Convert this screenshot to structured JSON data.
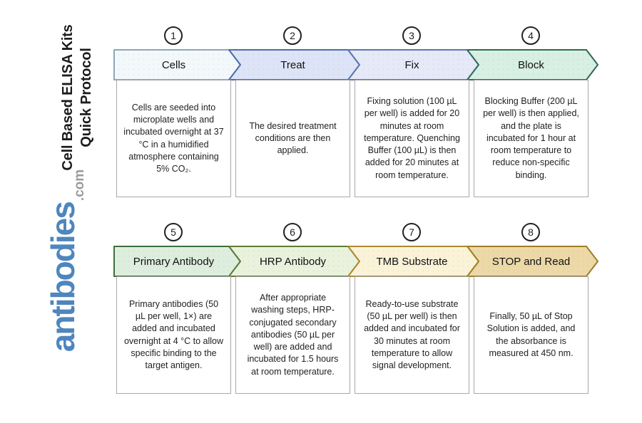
{
  "theme": {
    "background": "#ffffff",
    "title": "#1c1c1c",
    "logo_main": "#4e86bd",
    "logo_suffix": "#9b9b9b",
    "box_border": "#a8a8a8",
    "text": "#1f1f1f",
    "circle": "#222222"
  },
  "sidebar": {
    "title_line1": "Cell Based ELISA Kits",
    "title_line2": "Quick Protocol",
    "logo_main": "antibodies",
    "logo_suffix": ".com"
  },
  "steps": [
    {
      "number": "1",
      "title": "Cells",
      "description": "Cells are seeded into microplate wells and incubated overnight at 37 °C in a humidified atmosphere containing 5% CO₂.",
      "fill": "#f3f8fb",
      "stroke": "#8da6bc"
    },
    {
      "number": "2",
      "title": "Treat",
      "description": "The desired treatment conditions are then applied.",
      "fill": "#dde4f7",
      "stroke": "#4a6fa9"
    },
    {
      "number": "3",
      "title": "Fix",
      "description": "Fixing solution (100 µL per well) is added for 20 minutes at room temperature. Quenching Buffer (100 µL) is then added for 20 minutes at room temperature.",
      "fill": "#e5e9f8",
      "stroke": "#5b77ad"
    },
    {
      "number": "4",
      "title": "Block",
      "description": "Blocking Buffer (200 µL per well) is then applied, and the plate is incubated for 1 hour at room temperature to reduce non-specific binding.",
      "fill": "#d8efe4",
      "stroke": "#2f6b53"
    },
    {
      "number": "5",
      "title": "Primary Antibody",
      "description": "Primary antibodies (50 µL per well, 1×) are added and incubated overnight at 4 °C to allow specific binding to the target antigen.",
      "fill": "#deeede",
      "stroke": "#3e6f3b"
    },
    {
      "number": "6",
      "title": "HRP Antibody",
      "description": "After appropriate washing steps, HRP-conjugated secondary antibodies (50 µL per well) are added and incubated for 1.5 hours at room temperature.",
      "fill": "#eaf2dd",
      "stroke": "#5d7c35"
    },
    {
      "number": "7",
      "title": "TMB Substrate",
      "description": "Ready-to-use substrate (50 µL per well) is then added and incubated for 30 minutes at room temperature to allow signal development.",
      "fill": "#faf3d8",
      "stroke": "#ad8930"
    },
    {
      "number": "8",
      "title": "STOP and Read",
      "description": "Finally, 50 µL of Stop Solution is added, and the absorbance is measured at 450 nm.",
      "fill": "#edd9a8",
      "stroke": "#a17d26"
    }
  ]
}
